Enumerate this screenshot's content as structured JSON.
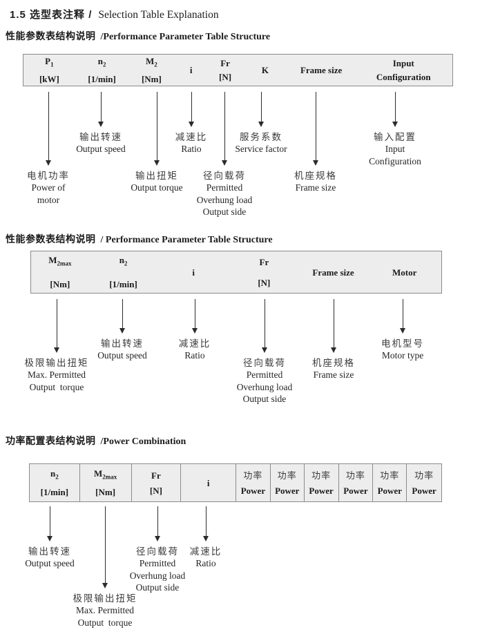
{
  "page_title": {
    "zh": "1.5 选型表注释 /",
    "en": "Selection Table Explanation"
  },
  "sections": [
    {
      "heading_zh": "性能参数表结构说明",
      "heading_en": "/Performance Parameter Table Structure",
      "columns": [
        {
          "h1": "P",
          "sub": "1",
          "h2": "[kW]"
        },
        {
          "h1": "n",
          "sub": "2",
          "h2": "[1/min]"
        },
        {
          "h1": "M",
          "sub": "2",
          "h2": "[Nm]"
        },
        {
          "h1": "i"
        },
        {
          "h1": "Fr",
          "h2": "[N]"
        },
        {
          "h1": "K"
        },
        {
          "h1": "Frame size"
        },
        {
          "h1": "Input",
          "h2": "Configuration"
        }
      ],
      "notes": [
        {
          "zh": "电机功率",
          "en": "Power of\nmotor"
        },
        {
          "zh": "输出转速",
          "en": "Output speed"
        },
        {
          "zh": "输出扭矩",
          "en": "Output torque"
        },
        {
          "zh": "减速比",
          "en": "Ratio"
        },
        {
          "zh": "径向载荷",
          "en": "Permitted\nOverhung load\nOutput side"
        },
        {
          "zh": "服务系数",
          "en": "Service factor"
        },
        {
          "zh": "机座规格",
          "en": "Frame size"
        },
        {
          "zh": "输入配置",
          "en": "Input\nConfiguration"
        }
      ]
    },
    {
      "heading_zh": "性能参数表结构说明",
      "heading_en": "/ Performance Parameter Table Structure",
      "columns": [
        {
          "h1": "M",
          "sub": "2max",
          "h2": "[Nm]"
        },
        {
          "h1": "n",
          "sub": "2",
          "h2": "[1/min]"
        },
        {
          "h1": "i"
        },
        {
          "h1": "Fr",
          "h2": "[N]"
        },
        {
          "h1": "Frame size"
        },
        {
          "h1": "Motor"
        }
      ],
      "notes": [
        {
          "zh": "极限输出扭矩",
          "en": "Max. Permitted\nOutput  torque"
        },
        {
          "zh": "输出转速",
          "en": "Output speed"
        },
        {
          "zh": "减速比",
          "en": "Ratio"
        },
        {
          "zh": "径向载荷",
          "en": "Permitted\nOverhung load\nOutput side"
        },
        {
          "zh": "机座规格",
          "en": "Frame size"
        },
        {
          "zh": "电机型号",
          "en": "Motor type"
        }
      ]
    },
    {
      "heading_zh": "功率配置表结构说明",
      "heading_en": "/Power Combination",
      "columns": [
        {
          "h1": "n",
          "sub": "2",
          "h2": "[1/min]"
        },
        {
          "h1": "M",
          "sub": "2max",
          "h2": "[Nm]"
        },
        {
          "h1": "Fr",
          "h2": "[N]"
        },
        {
          "h1": "i"
        },
        {
          "h1": "功率",
          "h2": "Power"
        },
        {
          "h1": "功率",
          "h2": "Power"
        },
        {
          "h1": "功率",
          "h2": "Power"
        },
        {
          "h1": "功率",
          "h2": "Power"
        },
        {
          "h1": "功率",
          "h2": "Power"
        },
        {
          "h1": "功率",
          "h2": "Power"
        }
      ],
      "notes": [
        {
          "zh": "输出转速",
          "en": "Output speed"
        },
        {
          "zh": "极限输出扭矩",
          "en": "Max. Permitted\nOutput  torque"
        },
        {
          "zh": "径向载荷",
          "en": "Permitted\nOverhung load\nOutput side"
        },
        {
          "zh": "减速比",
          "en": "Ratio"
        }
      ]
    }
  ]
}
